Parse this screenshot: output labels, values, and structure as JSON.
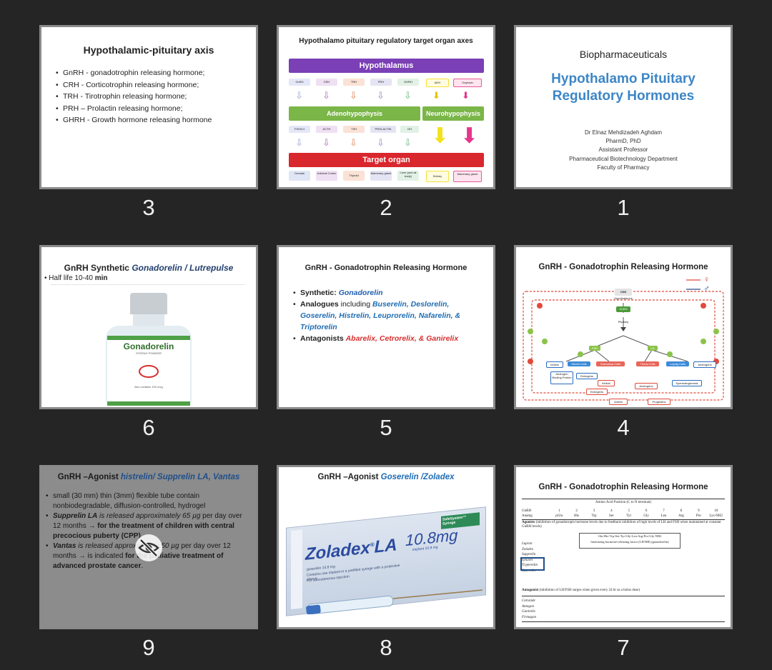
{
  "slides": [
    {
      "number": "3",
      "title": "Hypothalamic-pituitary axis",
      "bullets": [
        "GnRH - gonadotrophin releasing hormone;",
        "CRH - Corticotrophin releasing hormone;",
        "TRH - Tirotrophin releasing hormone;",
        "PRH – Prolactin releasing hormone;",
        "GHRH - Growth hormone releasing hormone"
      ]
    },
    {
      "number": "2",
      "title": "Hypothalamo pituitary regulatory target organ axes",
      "hypothalamus": "Hypothalamus",
      "row1": [
        "GnRH",
        "CRH",
        "TRH",
        "PRH",
        "GHRH"
      ],
      "row1_right": [
        "ADH",
        "Oxytocin"
      ],
      "adeno": "Adenohypophysis",
      "neuro": "Neurohypophysis",
      "row2": [
        "FSH/LH",
        "ACTH",
        "TSH",
        "PROLACTIN",
        "GH"
      ],
      "target": "Target organ",
      "row3": [
        "Gonads",
        "Adrenal Cortex",
        "Thyroid",
        "Mammary gland",
        "Liver (and all body)"
      ],
      "row3_right": [
        "Kidney",
        "Mammary gland"
      ]
    },
    {
      "number": "1",
      "top": "Biopharmaceuticals",
      "title_line1": "Hypothalamo Pituitary",
      "title_line2": "Regulatory Hormones",
      "author": "Dr Elnaz Mehdizadeh Aghdam",
      "degree": "PharmD, PhD",
      "position": "Assistant Professor",
      "department": "Pharmaceutical Biotechnology Department",
      "faculty": "Faculty of Pharmacy"
    },
    {
      "number": "6",
      "title_prefix": "GnRH Synthetic ",
      "title_italic": "Gonadorelin / Lutrepulse",
      "bullet": "Half life 10-40 ",
      "bullet_bold": "min",
      "label": "Gonadorelin",
      "label_sub": "STERILE POWDER",
      "label_footer": "Box contains 100 mcg"
    },
    {
      "number": "5",
      "title": "GnRH - Gonadotrophin Releasing Hormone",
      "synthetic_label": "Synthetic: ",
      "synthetic_drug": "Gonadorelin",
      "analogues_label": "Analogues",
      "analogues_mid": " including ",
      "analogues_drugs": "Buserelin, Deslorelin, Goserelin, Histrelin, Leuprorelin, Nafarelin, & Triptorelin",
      "antagonists_label": "Antagonists ",
      "antagonists_drugs": "Abarelix, Cetrorelix, & Ganirelix"
    },
    {
      "number": "4",
      "title": "GnRH - Gonadotrophin Releasing Hormone",
      "female": "♀",
      "male": "♂",
      "nodes": {
        "cns": "CNS",
        "hypothalamus": "Hypothalamus",
        "gnrh": "GnRH",
        "pituitary": "Pituitary",
        "fsh": "FSH",
        "lh": "LH",
        "inhibin1": "Inhibin",
        "sertoli": "Sertoli Cells",
        "granulosa": "Granulosa Cells",
        "theca": "Theca Cells",
        "leydig": "Leydig Cells",
        "androgens1": "Androgens",
        "abp": "Androgen Binding Protein",
        "estrogens1": "Estrogens",
        "inhibin2": "Inhibin",
        "androgens2": "Androgens",
        "spermatogenesis": "Spermatogenesis",
        "estrogens2": "Estrogens",
        "activin": "Activin",
        "progestins": "Progestins"
      }
    },
    {
      "number": "9",
      "title_prefix": "GnRH –Agonist ",
      "title_italic": "histrelin/ Supprelin LA, Vantas",
      "b1": "small (30 mm) thin (3mm) flexible tube contain nonbiodegradable, diffusion-controlled, hydrogel",
      "b2_italic_bold": "Supprelin LA",
      "b2_italic": " is released approximately 65 µg",
      "b2_rest": " per day over 12 months → ",
      "b2_bold": "for the treatment of children with central precocious puberty (CPP).",
      "b3_italic_bold": "Vantas",
      "b3_italic": " is released approximately 50 µg",
      "b3_rest": " per day over 12 months → is indicated ",
      "b3_bold": "for the palliative treatment of advanced prostate cancer",
      "b3_end": ".",
      "hidden_icon": "eye-off-icon"
    },
    {
      "number": "8",
      "title_prefix": "GnRH –Agonist ",
      "title_italic": "Goserelin /Zoladex",
      "brand": "Zoladex",
      "brand_sup": "®",
      "brand_la": "LA",
      "dose": "10.8mg",
      "dose_sub": "implant 10.8 mg",
      "box_text1": "goserelin 10.8 mg",
      "box_text2": "Contains one implant in a prefilled syringe with a protective sleeve",
      "box_text3": "For subcutaneous injection",
      "safe": "SafeSystem™ Syringe"
    },
    {
      "number": "7",
      "title": "GnRH - Gonadotrophin Releasing Hormone",
      "table_header": "Amino Acid Position (C to N terminal)",
      "row_label": "GnRH",
      "row_label2": "Analog",
      "positions": [
        "1",
        "2",
        "3",
        "4",
        "5",
        "6",
        "7",
        "8",
        "9",
        "10"
      ],
      "residues": [
        "pGlu",
        "His",
        "Trp",
        "Ser",
        "Tyr",
        "Gly",
        "Leu",
        "Arg",
        "Pro",
        "Lys-NH2"
      ],
      "agonists": "Agonists",
      "agonists_desc": "(inhibition of gonadotropin hormone levels due to feedback inhibition of high levels of LH and FSH when maintained at constant GnRH levels)",
      "agonist_names": [
        "Lupron",
        "Zoladex",
        "Supprelin",
        "Synarel",
        "Trypterelin",
        "Buserelin"
      ],
      "seq": "Glu-His-Trp-Ser-Tyr-Gly-Leu-Arg-Pro-Gly-NH2",
      "seq_note": "luteinizing hormone-releasing factor (LH-RH) (gonadorelin)",
      "antagonist": "Antagonist",
      "antagonist_desc": "(inhibition of LH/FSH surges when given every 24 hr as a bolus dose)",
      "antagonist_names": [
        "Cetrotide",
        "Antagon",
        "Ganirelix",
        "Firmagon"
      ]
    }
  ]
}
